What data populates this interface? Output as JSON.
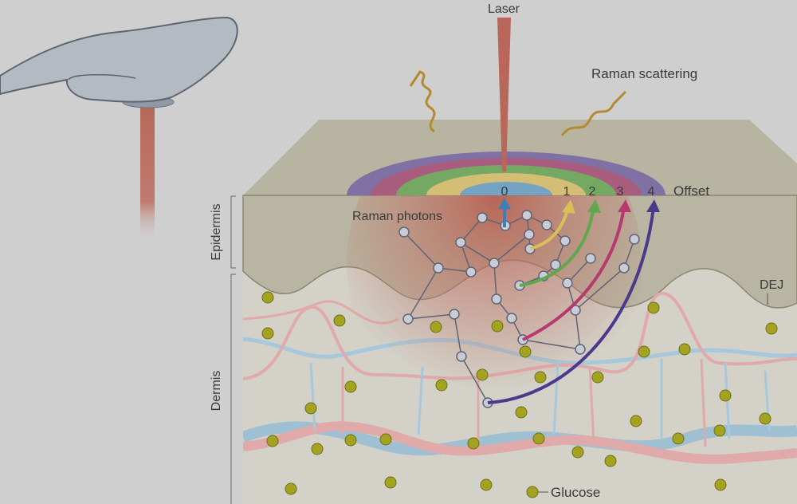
{
  "labels": {
    "laser": "Laser",
    "raman_scattering": "Raman scattering",
    "offset": "Offset",
    "raman_photons": "Raman photons",
    "epidermis": "Epidermis",
    "dermis": "Dermis",
    "dej": "DEJ",
    "glucose": "Glucose"
  },
  "offsets": [
    "0",
    "1",
    "2",
    "3",
    "4"
  ],
  "colors": {
    "background": "#cfcfcf",
    "epidermis": "#b8b5a2",
    "dermis": "#d4d2c9",
    "laser": "#b8675a",
    "offset_0": "#5b8fc0",
    "offset_1": "#d8bf5a",
    "offset_2": "#5fa84f",
    "offset_3": "#b53a6e",
    "offset_4": "#4b3a8c",
    "glucose": "#a3a321"
  }
}
